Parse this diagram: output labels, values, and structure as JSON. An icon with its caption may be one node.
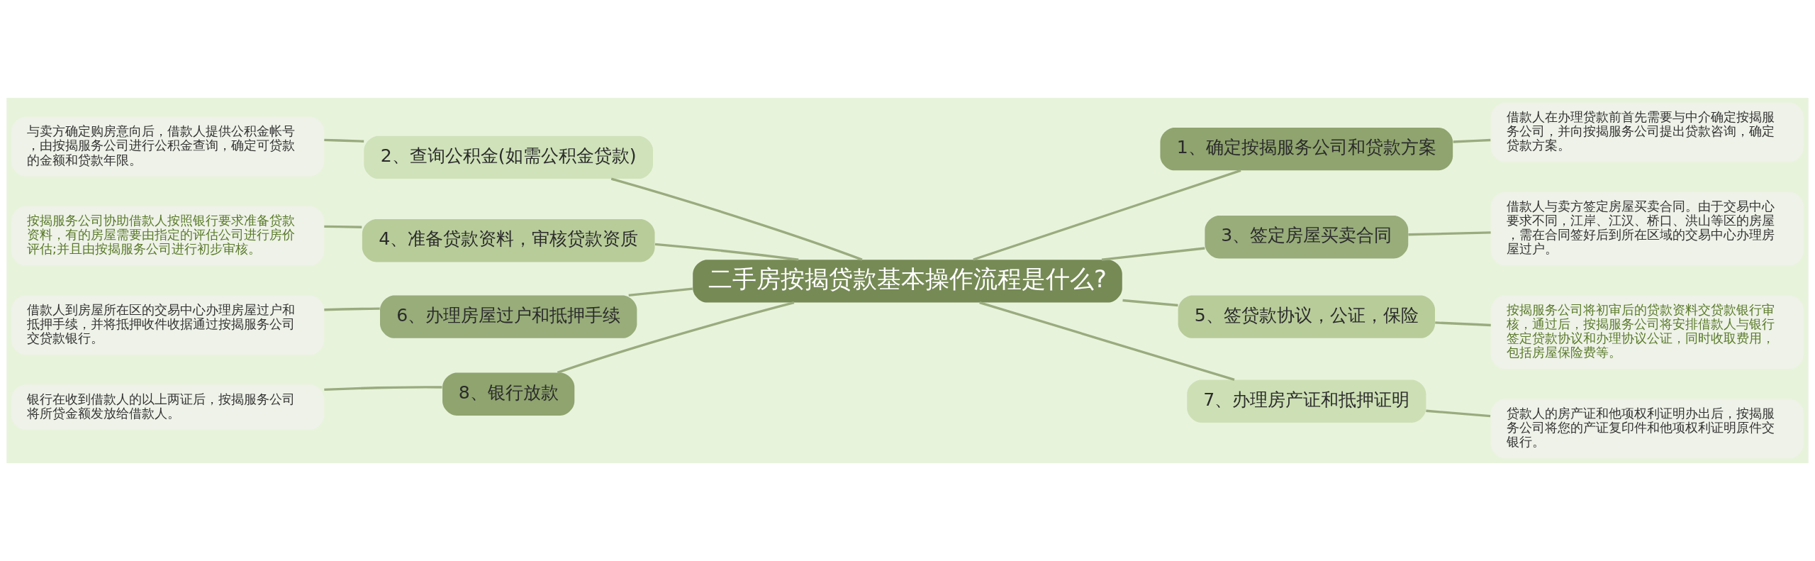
{
  "diagram": {
    "nodes": [
      {
        "text": [
          "二手房按揭贷款基本操作流程是什么?"
        ]
      },
      {
        "text": [
          "1、确定按揭服务公司和贷款方案"
        ]
      },
      {
        "text": [
          "借款人在办理贷款前首先需要与中介确定按揭服务公司，并向按揭服务公司提出贷款咨询，确定贷款方案。"
        ]
      },
      {
        "text": [
          "2、查询公积金(如需公积金贷款)"
        ]
      },
      {
        "text": [
          "与卖方确定购房意向后，借款人提供公积金帐号，由按揭服务公司进行公积金查询，确定可贷款的金额和贷款年限。"
        ]
      },
      {
        "text": [
          "3、签定房屋买卖合同"
        ]
      },
      {
        "text": [
          "借款人与卖方签定房屋买卖合同。由于交易中心要求不同，江岸、江汉、桥口、洪山等区的房屋，需在合同签好后到所在区域的交易中心办理房屋过户。"
        ]
      },
      {
        "text": [
          "4、准备贷款资料，审核贷款资质"
        ]
      },
      {
        "text": [
          "按揭服务公司协助借款人按照银行要求准备贷款资料，有的房屋需要由指定的评估公司进行房价评估;并且由按揭服务公司进行初步审核。"
        ]
      },
      {
        "text": [
          "5、签贷款协议，公证，保险"
        ]
      },
      {
        "text": [
          "按揭服务公司将初审后的贷款资料交贷款银行审核，通过后，按揭服务公司将安排借款人与银行签定贷款协议和办理协议公证，同时收取费用，包括房屋保险费等。"
        ]
      },
      {
        "text": [
          "6、办理房屋过户和抵押手续"
        ]
      },
      {
        "text": [
          "借款人到房屋所在区的交易中心办理房屋过户和抵押手续，并将抵押收件收据通过按揭服务公司交贷款银行。"
        ]
      },
      {
        "text": [
          "7、办理房产证和抵押证明"
        ]
      },
      {
        "text": [
          "贷款人的房产证和他项权利证明办出后，按揭服务公司将您的产证复印件和他项权利证明原件交银行。"
        ]
      },
      {
        "text": [
          "8、银行放款"
        ]
      },
      {
        "text": [
          "银行在收到借款人的以上两证后，按揭服务公司将所贷金额发放给借款人。"
        ]
      }
    ],
    "edges": [
      {
        "from": 0,
        "to": 1,
        "arrow": "none"
      },
      {
        "from": 1,
        "to": 2,
        "arrow": "none"
      },
      {
        "from": 0,
        "to": 3,
        "arrow": "none"
      },
      {
        "from": 3,
        "to": 4,
        "arrow": "none"
      },
      {
        "from": 0,
        "to": 5,
        "arrow": "none"
      },
      {
        "from": 5,
        "to": 6,
        "arrow": "none"
      },
      {
        "from": 0,
        "to": 7,
        "arrow": "none"
      },
      {
        "from": 7,
        "to": 8,
        "arrow": "none"
      },
      {
        "from": 0,
        "to": 9,
        "arrow": "none"
      },
      {
        "from": 9,
        "to": 10,
        "arrow": "none"
      },
      {
        "from": 0,
        "to": 11,
        "arrow": "none"
      },
      {
        "from": 11,
        "to": 12,
        "arrow": "none"
      },
      {
        "from": 0,
        "to": 13,
        "arrow": "none"
      },
      {
        "from": 13,
        "to": 14,
        "arrow": "none"
      },
      {
        "from": 0,
        "to": 15,
        "arrow": "none"
      },
      {
        "from": 15,
        "to": 16,
        "arrow": "none"
      }
    ]
  }
}
